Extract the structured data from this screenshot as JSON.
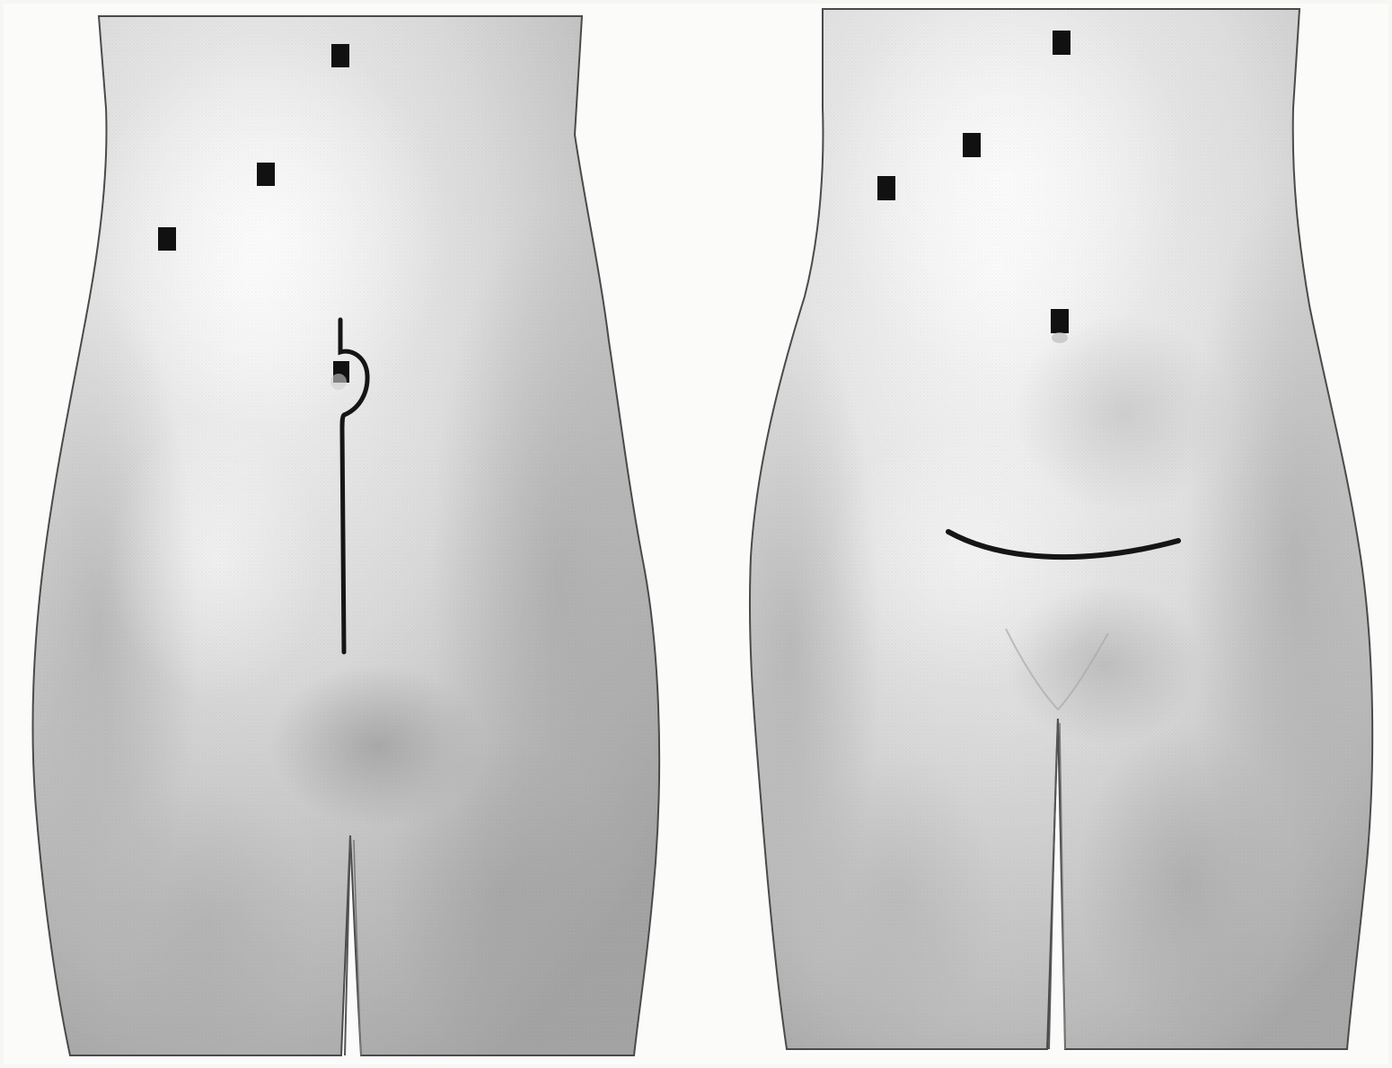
{
  "figure": {
    "panels": [
      {
        "id": "left-torso",
        "view": "anterior",
        "markers": 4,
        "incision": "vertical-midline-periumbilical"
      },
      {
        "id": "right-torso",
        "view": "anterior",
        "markers": 4,
        "incision": "transverse-suprapubic"
      }
    ],
    "colors": {
      "background": "#f6f6f3",
      "skin_light": "#f2f2f2",
      "skin_mid": "#c9c9c9",
      "skin_dark": "#9a9a9a",
      "outline": "#4a4a4a",
      "marker": "#111111",
      "incision": "#151515"
    }
  }
}
